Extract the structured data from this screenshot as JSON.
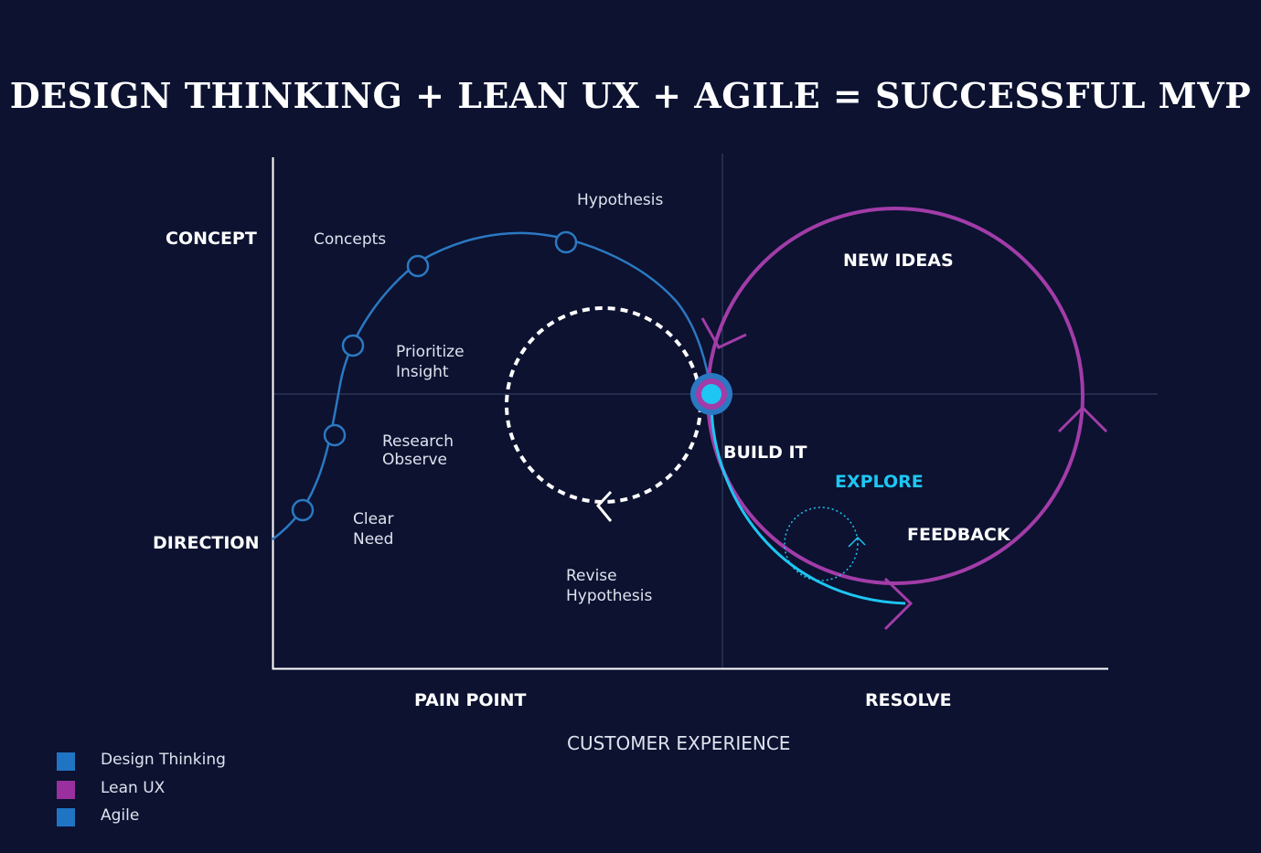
{
  "title": "DESIGN THINKING + LEAN UX + AGILE = SUCCESSFUL MVP",
  "colors": {
    "background": "#0c1230",
    "design_thinking": "#2b78c2",
    "lean_ux": "#a23ca8",
    "agile": "#2b78c2",
    "explore": "#1ec6f3",
    "text": "#ffffff"
  },
  "axes": {
    "y_top": "CONCEPT",
    "y_bottom": "DIRECTION",
    "x_left": "PAIN POINT",
    "x_right": "RESOLVE",
    "x_title": "CUSTOMER EXPERIENCE"
  },
  "steps": {
    "clear_need_1": "Clear",
    "clear_need_2": "Need",
    "research_1": "Research",
    "research_2": "Observe",
    "prioritize_1": "Prioritize",
    "prioritize_2": "Insight",
    "concepts": "Concepts",
    "hypothesis": "Hypothesis",
    "revise_1": "Revise",
    "revise_2": "Hypothesis"
  },
  "loop": {
    "new_ideas": "NEW IDEAS",
    "build_it": "BUILD IT",
    "explore": "EXPLORE",
    "feedback": "FEEDBACK"
  },
  "legend": [
    {
      "label": "Design Thinking",
      "color": "#1f74c4"
    },
    {
      "label": "Lean UX",
      "color": "#9a2f9e"
    },
    {
      "label": "Agile",
      "color": "#1f74c4"
    }
  ]
}
